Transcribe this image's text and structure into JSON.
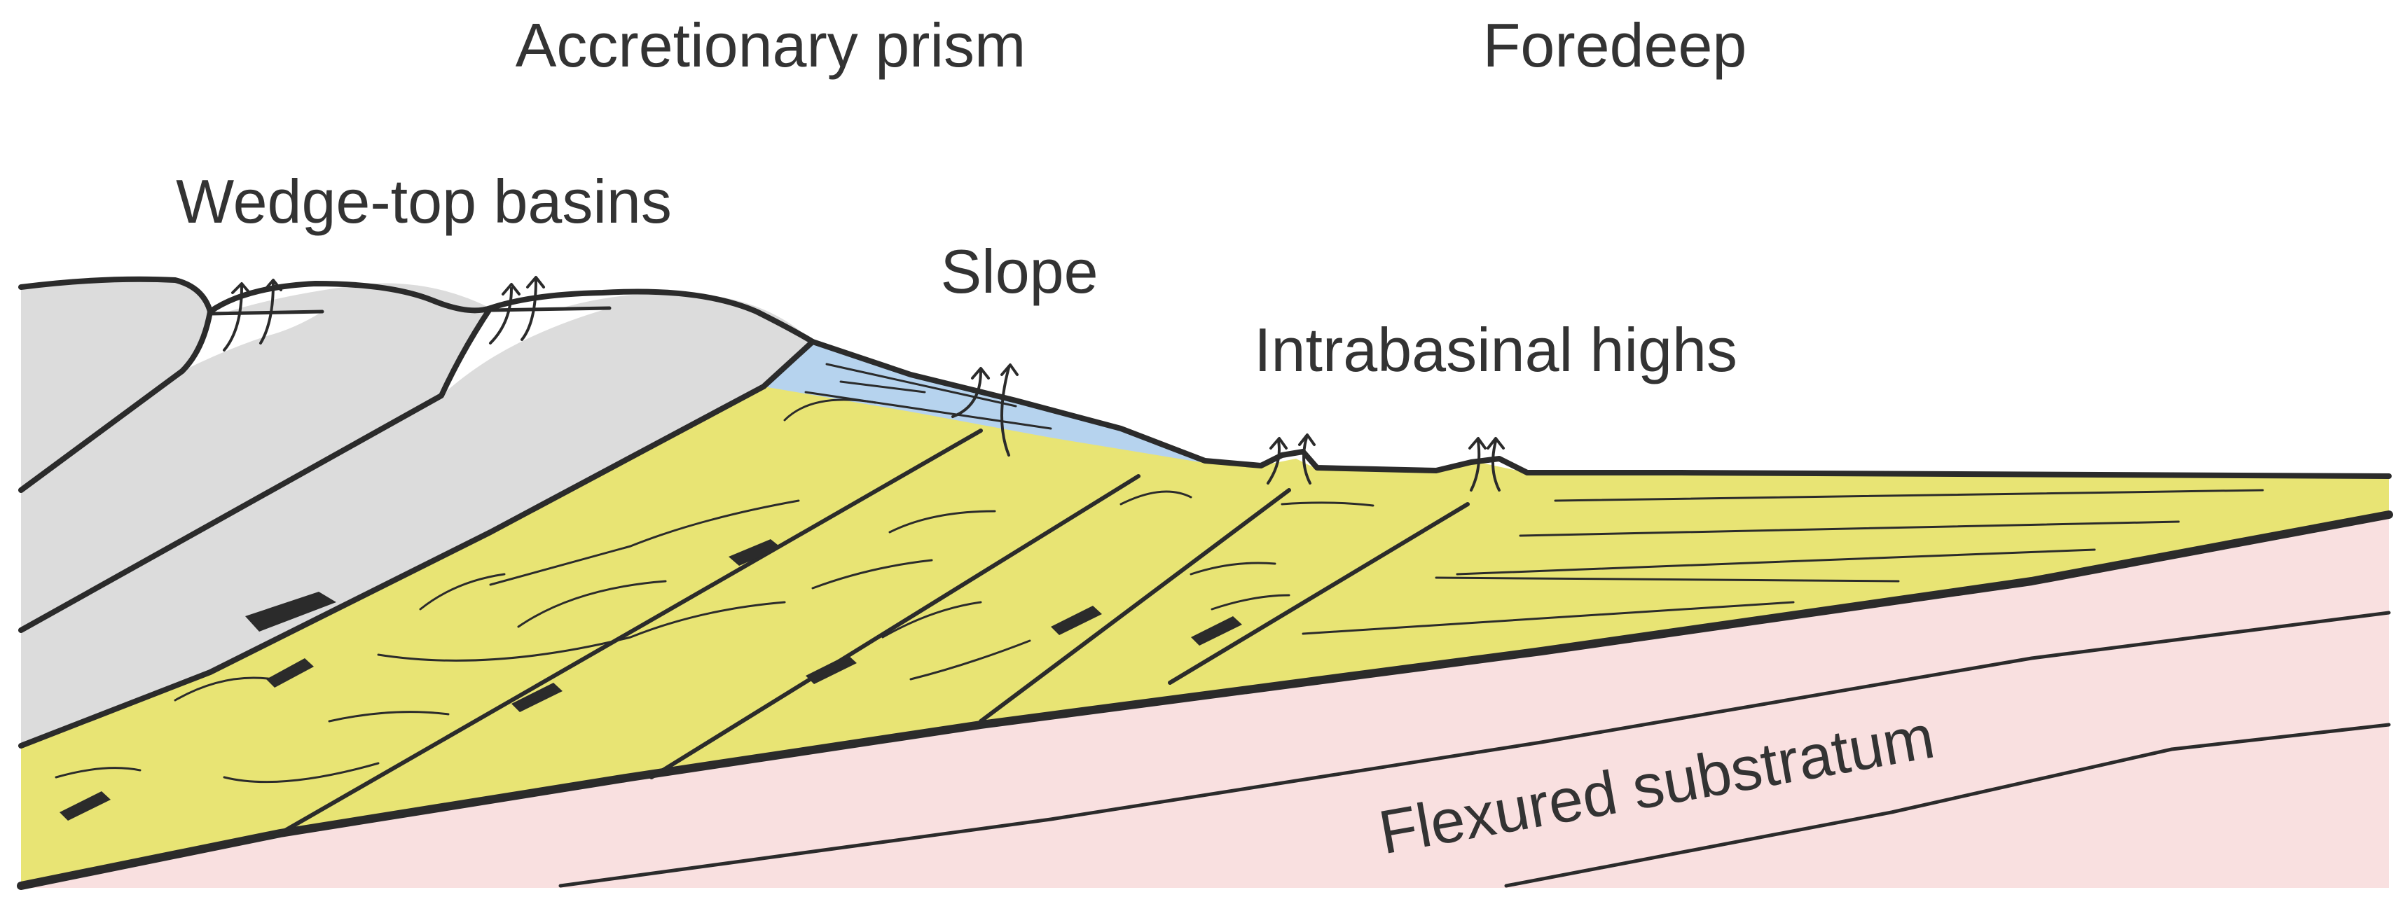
{
  "labels": {
    "accretionary_prism": "Accretionary prism",
    "foredeep": "Foredeep",
    "wedge_top_basins": "Wedge-top basins",
    "slope": "Slope",
    "intrabasinal_highs": "Intrabasinal highs",
    "flexured_substratum": "Flexured substratum"
  },
  "colors": {
    "prism": "#dcdcdc",
    "foredeep_fill": "#e8e474",
    "slope_fill": "#b6d3ee",
    "substratum": "#f9e0e0",
    "line": "#2b2b2b",
    "text": "#333333"
  }
}
